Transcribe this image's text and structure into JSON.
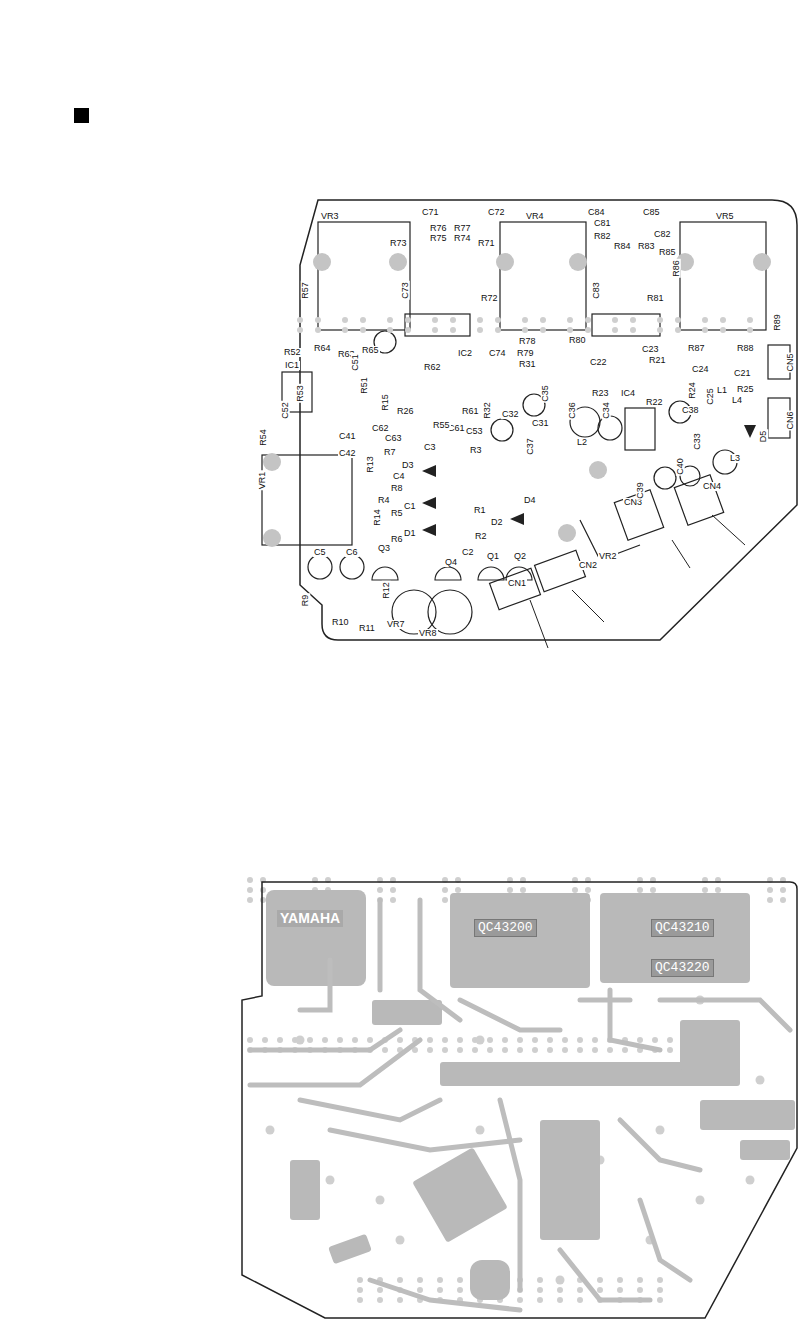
{
  "diagram": {
    "labels": [
      "VR3",
      "C71",
      "C72",
      "VR4",
      "C84",
      "C85",
      "VR5",
      "R76",
      "R77",
      "R75",
      "R74",
      "R73",
      "R71",
      "C81",
      "C82",
      "R82",
      "R84",
      "R83",
      "R85",
      "R86",
      "C73",
      "R72",
      "C83",
      "R81",
      "R57",
      "R89",
      "R52",
      "R64",
      "R63",
      "R65",
      "IC1",
      "IC2",
      "C74",
      "R78",
      "R80",
      "R79",
      "R31",
      "C22",
      "C23",
      "R21",
      "R87",
      "R88",
      "CN5",
      "C24",
      "C21",
      "R53",
      "C51",
      "R51",
      "R62",
      "R26",
      "R61",
      "C35",
      "R23",
      "C36",
      "C34",
      "C31",
      "R24",
      "C25",
      "R22",
      "IC4",
      "L1",
      "L4",
      "C38",
      "CN6",
      "C52",
      "C62",
      "C61",
      "R32",
      "C32",
      "R15",
      "C63",
      "R55",
      "C53",
      "C37",
      "L2",
      "C41",
      "C42",
      "R13",
      "R7",
      "C3",
      "R3",
      "D3",
      "C4",
      "R8",
      "D4",
      "R4",
      "C1",
      "R5",
      "R1",
      "D2",
      "R14",
      "D1",
      "R6",
      "R2",
      "C2",
      "Q1",
      "Q2",
      "Q4",
      "Q3",
      "C5",
      "C6",
      "VR1",
      "R54",
      "R9",
      "R12",
      "R10",
      "R11",
      "VR7",
      "VR8",
      "CN1",
      "CN2",
      "CN3",
      "VR2",
      "C39",
      "C40",
      "C33",
      "L3",
      "CN4",
      "D5",
      "YAMAHA",
      "QC43200",
      "QC43210",
      "QC43220",
      "R25"
    ]
  }
}
